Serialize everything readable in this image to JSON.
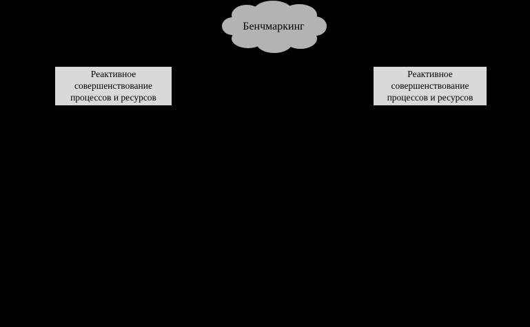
{
  "cloud": {
    "label": "Бенчмаркинг"
  },
  "left_box": {
    "lines": [
      "Реактивное",
      "совершенствование",
      "процессов и ресурсов"
    ]
  },
  "right_box": {
    "lines": [
      "Реактивное",
      "совершенствование",
      "процессов и ресурсов"
    ]
  },
  "colors": {
    "background": "#000000",
    "box_fill": "#d9d9d9",
    "cloud_fill": "#b3b3b3"
  }
}
